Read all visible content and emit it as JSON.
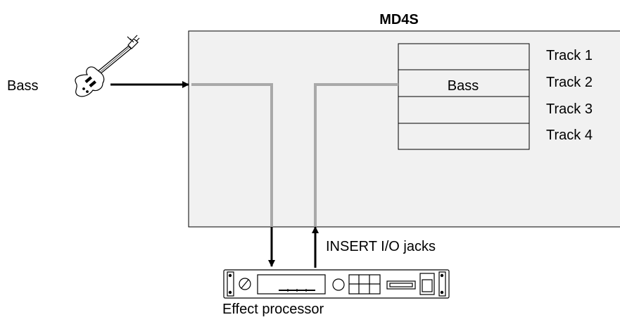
{
  "title": "MD4S",
  "source_label": "Bass",
  "tracks": [
    {
      "label": "Track 1",
      "content": ""
    },
    {
      "label": "Track 2",
      "content": "Bass"
    },
    {
      "label": "Track 3",
      "content": ""
    },
    {
      "label": "Track 4",
      "content": ""
    }
  ],
  "insert_label": "INSERT I/O jacks",
  "processor_label": "Effect processor",
  "colors": {
    "mixer_fill": "#f1f1f1",
    "signal_path": "#a9a9a9",
    "arrow": "#000000"
  }
}
